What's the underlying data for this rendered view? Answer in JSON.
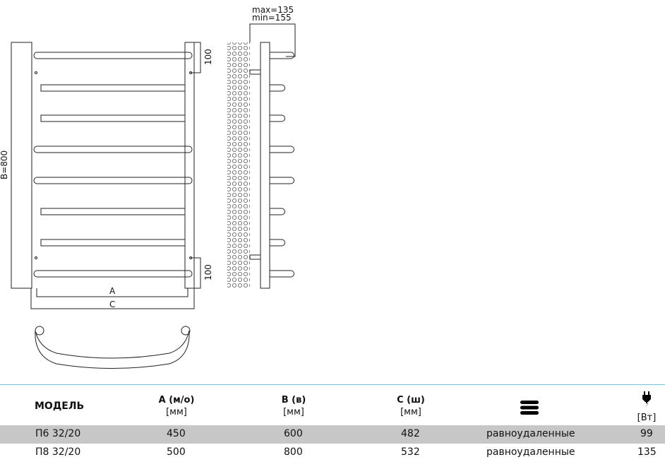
{
  "drawing": {
    "max_label": "max=135",
    "min_label": "min=155",
    "dim_top": "100",
    "dim_bottom": "100",
    "dim_b": "B=800",
    "dim_a": "A",
    "dim_c": "C"
  },
  "table": {
    "headers": {
      "model": "МОДЕЛЬ",
      "a_title": "А (м/о)",
      "a_unit": "[мм]",
      "b_title": "В (в)",
      "b_unit": "[мм]",
      "c_title": "С (ш)",
      "c_unit": "[мм]",
      "power_unit": "[Вт]"
    },
    "icons": {
      "arrangement": "three-bars-icon",
      "power": "plug-icon"
    },
    "rows": [
      {
        "model": "П6 32/20",
        "a": "450",
        "b": "600",
        "c": "482",
        "arrangement": "равноудаленные",
        "power": "99"
      },
      {
        "model": "П8 32/20",
        "a": "500",
        "b": "800",
        "c": "532",
        "arrangement": "равноудаленные",
        "power": "135"
      }
    ],
    "colors": {
      "accent_line": "#6fc4d8",
      "row_shade": "#c7c7c7"
    }
  }
}
